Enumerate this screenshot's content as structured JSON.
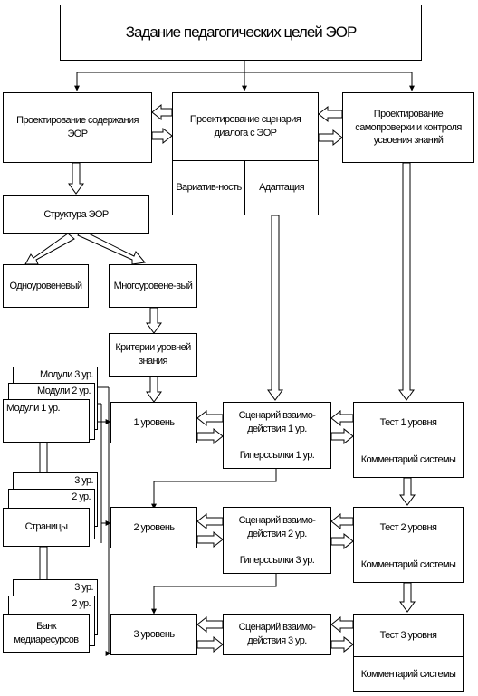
{
  "title": "Задание педагогических целей ЭОР",
  "design_content": "Проектирование содержания ЭОР",
  "design_scenario": "Проектирование сценария диалога с ЭОР",
  "design_selfcheck": "Проектирование самопроверки и контроля усвоения знаний",
  "variability": "Вариатив-ность",
  "adaptation": "Адаптация",
  "structure": "Структура ЭОР",
  "single_level": "Одноуровеневый",
  "multi_level": "Многоуровене-вый",
  "criteria": "Критерии уровней знания",
  "modules": [
    "Модули 3 ур.",
    "Модули 2 ур.",
    "Модули 1 ур."
  ],
  "pages_stack": [
    "3 ур.",
    "2 ур."
  ],
  "pages": "Страницы",
  "media_stack": [
    "3 ур.",
    "2 ур."
  ],
  "media_bank": "Банк медиаресурсов",
  "levels": [
    {
      "level": "1 уровень",
      "scenario": "Сценарий взаимо-действия 1 ур.",
      "hyperlinks": "Гиперссылки 1 ур.",
      "test": "Тест 1 уровня",
      "comment": "Комментарий системы"
    },
    {
      "level": "2 уровень",
      "scenario": "Сценарий взаимо-действия 2 ур.",
      "hyperlinks": "Гиперссылки 3 ур.",
      "test": "Тест 2 уровня",
      "comment": "Комментарий системы"
    },
    {
      "level": "3 уровень",
      "scenario": "Сценарий взаимо-действия 3 ур.",
      "test": "Тест 3 уровня",
      "comment": "Комментарий системы"
    }
  ]
}
